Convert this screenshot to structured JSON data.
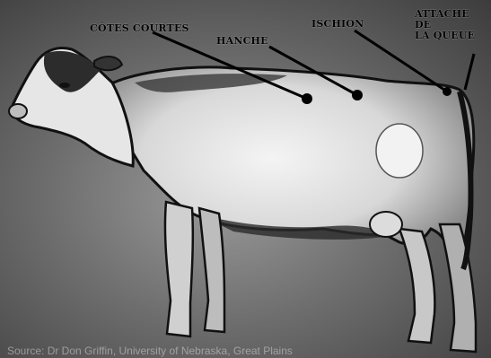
{
  "labels": {
    "cotes_courtes": "CÔTES COURTES",
    "hanche": "HANCHE",
    "ischion": "ISCHION",
    "attache_line1": "ATTACHE",
    "attache_line2": "DE",
    "attache_line3": "LA QUEUE"
  },
  "caption": "Source: Dr Don Griffin, University of Nebraska, Great Plains",
  "colors": {
    "background": "#6e6e6e",
    "ink": "#000000",
    "body_light": "#ececec"
  }
}
